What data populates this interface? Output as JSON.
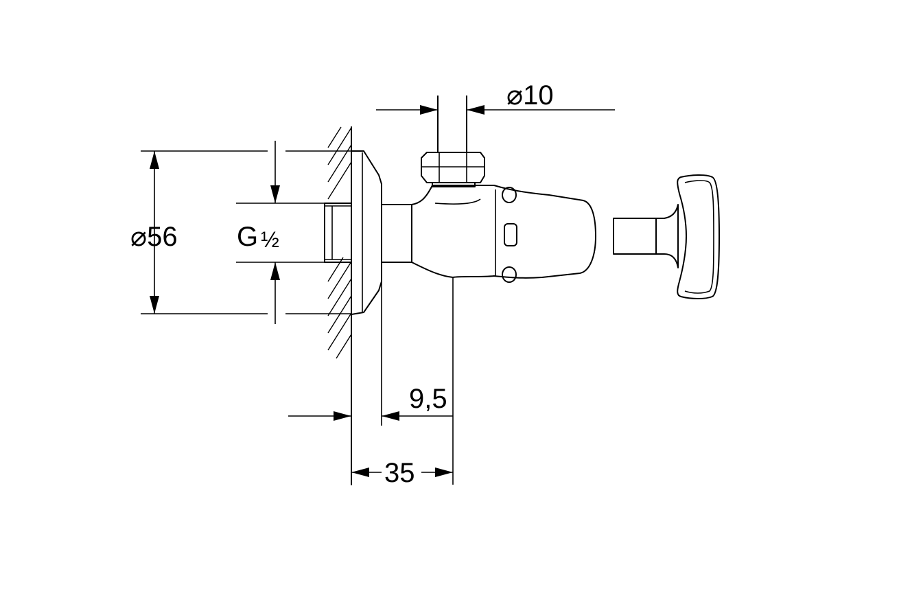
{
  "dimensions": {
    "dia_outlet": "⌀10",
    "dia_rosette": "⌀56",
    "thread": "G",
    "thread_fraction": "½",
    "offset_small": "9,5",
    "offset_total": "35"
  },
  "colors": {
    "ink": "#000000",
    "background": "#ffffff"
  }
}
